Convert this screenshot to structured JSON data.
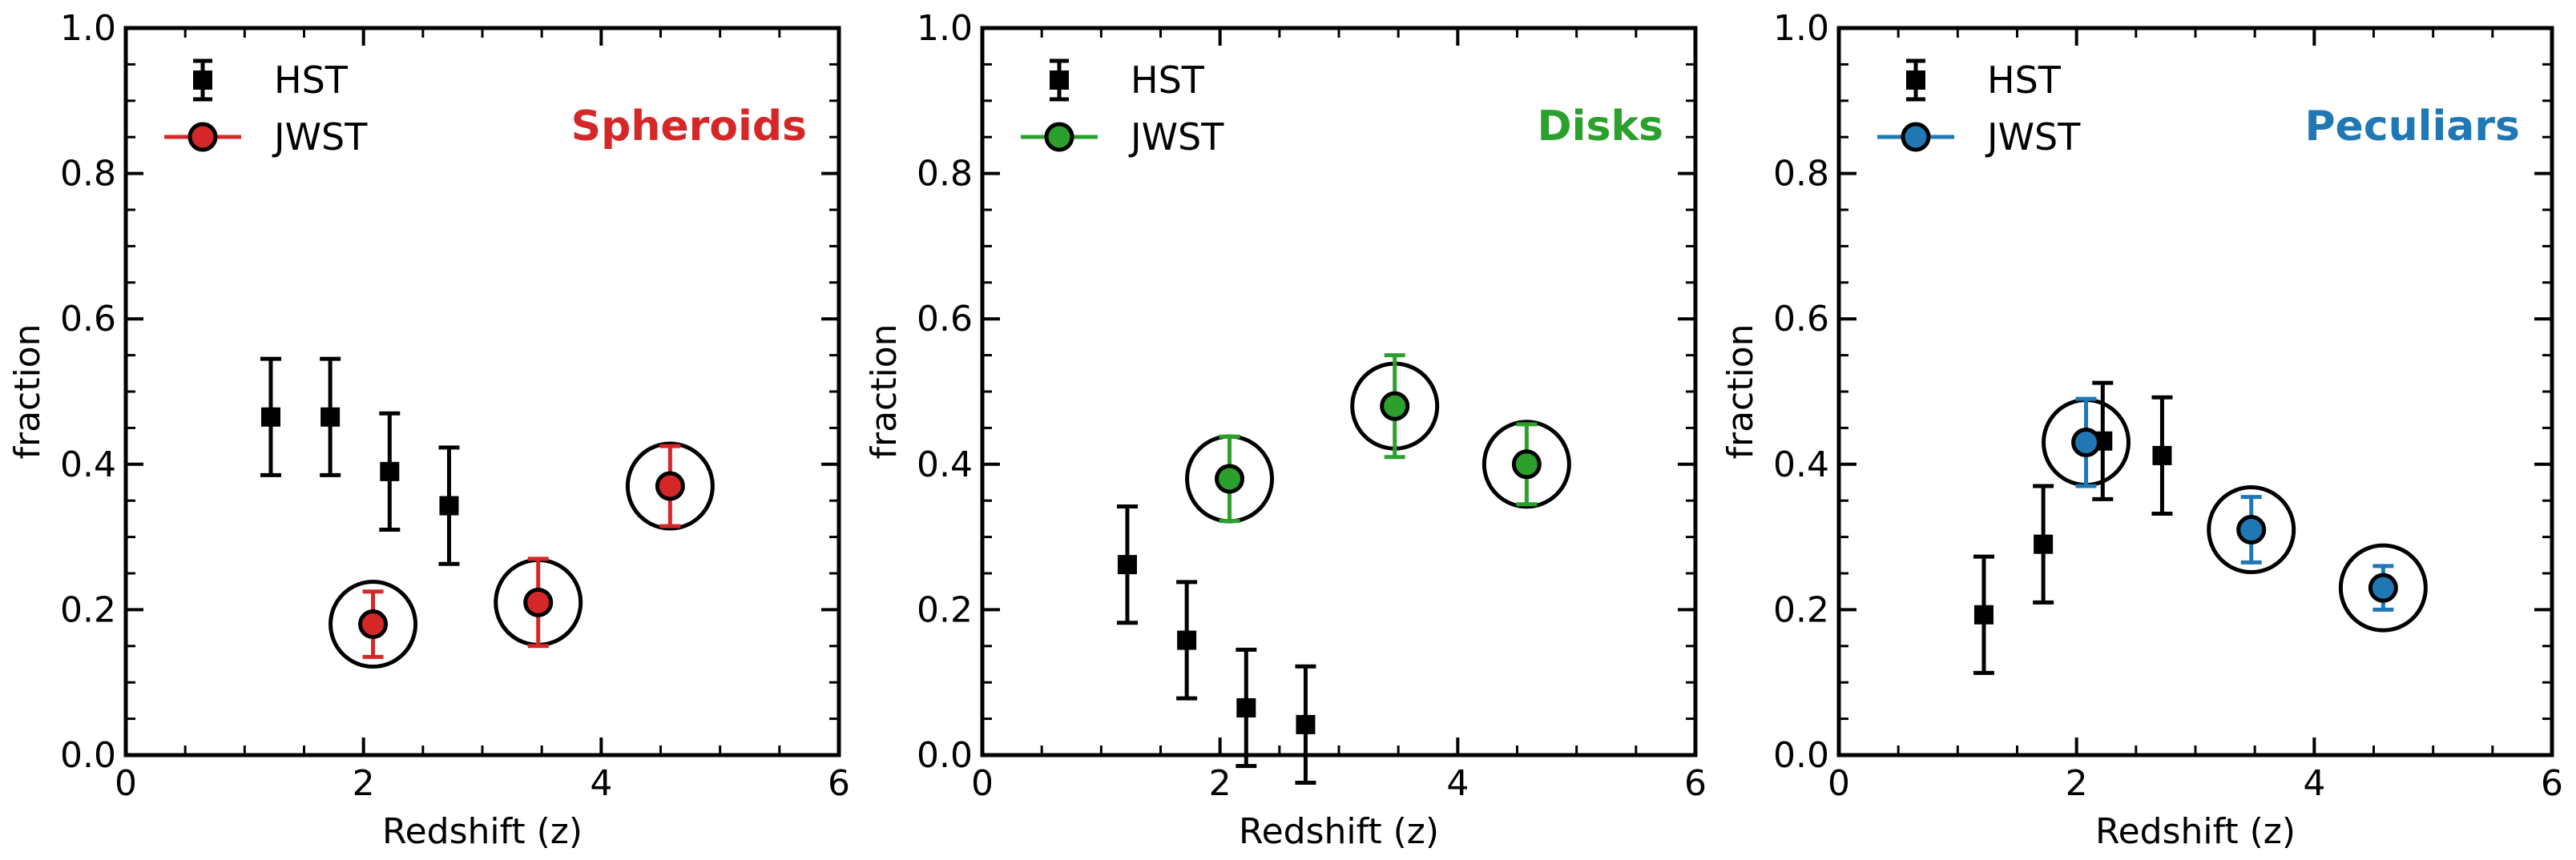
{
  "chart_data": [
    {
      "type": "scatter",
      "title": "Spheroids",
      "title_color": "#d62728",
      "xlabel": "Redshift (z)",
      "ylabel": "fraction",
      "xlim": [
        0,
        6
      ],
      "ylim": [
        0,
        1
      ],
      "xticks": [
        "0",
        "2",
        "4",
        "6"
      ],
      "yticks": [
        "0.0",
        "0.2",
        "0.4",
        "0.6",
        "0.8",
        "1.0"
      ],
      "legend": "top-left",
      "series": [
        {
          "name": "HST",
          "color": "#000000",
          "marker": "square",
          "points": [
            {
              "x": 1.22,
              "y": 0.465,
              "err": 0.08
            },
            {
              "x": 1.72,
              "y": 0.465,
              "err": 0.08
            },
            {
              "x": 2.22,
              "y": 0.39,
              "err": 0.08
            },
            {
              "x": 2.72,
              "y": 0.343,
              "err": 0.08
            }
          ]
        },
        {
          "name": "JWST",
          "color": "#d62728",
          "marker": "circle",
          "circled": true,
          "points": [
            {
              "x": 2.08,
              "y": 0.18,
              "err": 0.045
            },
            {
              "x": 3.47,
              "y": 0.21,
              "err": 0.06
            },
            {
              "x": 4.58,
              "y": 0.37,
              "err": 0.055
            }
          ]
        }
      ]
    },
    {
      "type": "scatter",
      "title": "Disks",
      "title_color": "#2ca02c",
      "xlabel": "Redshift (z)",
      "ylabel": "fraction",
      "xlim": [
        0,
        6
      ],
      "ylim": [
        0,
        1
      ],
      "xticks": [
        "0",
        "2",
        "4",
        "6"
      ],
      "yticks": [
        "0.0",
        "0.2",
        "0.4",
        "0.6",
        "0.8",
        "1.0"
      ],
      "legend": "top-left",
      "series": [
        {
          "name": "HST",
          "color": "#000000",
          "marker": "square",
          "points": [
            {
              "x": 1.22,
              "y": 0.262,
              "err": 0.08
            },
            {
              "x": 1.72,
              "y": 0.158,
              "err": 0.08
            },
            {
              "x": 2.22,
              "y": 0.065,
              "err": 0.08
            },
            {
              "x": 2.72,
              "y": 0.042,
              "err": 0.08
            }
          ]
        },
        {
          "name": "JWST",
          "color": "#2ca02c",
          "marker": "circle",
          "circled": true,
          "points": [
            {
              "x": 2.08,
              "y": 0.38,
              "err": 0.058
            },
            {
              "x": 3.47,
              "y": 0.48,
              "err": 0.07
            },
            {
              "x": 4.58,
              "y": 0.4,
              "err": 0.055
            }
          ]
        }
      ]
    },
    {
      "type": "scatter",
      "title": "Peculiars",
      "title_color": "#1f77b4",
      "xlabel": "Redshift (z)",
      "ylabel": "fraction",
      "xlim": [
        0,
        6
      ],
      "ylim": [
        0,
        1
      ],
      "xticks": [
        "0",
        "2",
        "4",
        "6"
      ],
      "yticks": [
        "0.0",
        "0.2",
        "0.4",
        "0.6",
        "0.8",
        "1.0"
      ],
      "legend": "top-left",
      "series": [
        {
          "name": "HST",
          "color": "#000000",
          "marker": "square",
          "points": [
            {
              "x": 1.22,
              "y": 0.193,
              "err": 0.08
            },
            {
              "x": 1.72,
              "y": 0.29,
              "err": 0.08
            },
            {
              "x": 2.22,
              "y": 0.432,
              "err": 0.08
            },
            {
              "x": 2.72,
              "y": 0.412,
              "err": 0.08
            }
          ]
        },
        {
          "name": "JWST",
          "color": "#1f77b4",
          "marker": "circle",
          "circled": true,
          "points": [
            {
              "x": 2.08,
              "y": 0.43,
              "err": 0.06
            },
            {
              "x": 3.47,
              "y": 0.31,
              "err": 0.045
            },
            {
              "x": 4.58,
              "y": 0.23,
              "err": 0.03
            }
          ]
        }
      ]
    }
  ]
}
